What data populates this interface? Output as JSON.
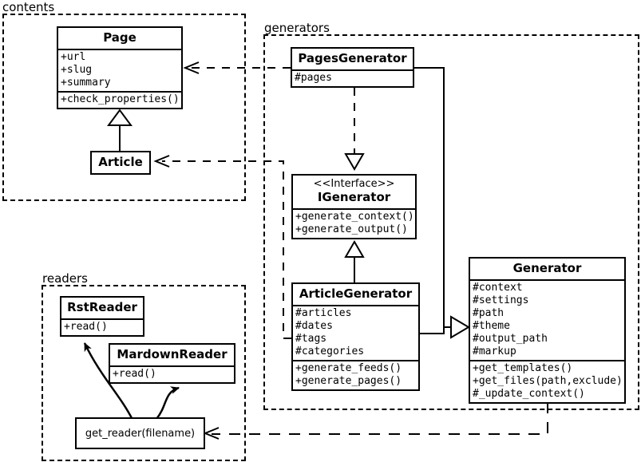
{
  "diagram": {
    "type": "uml-class-diagram",
    "packages": [
      {
        "id": "contents",
        "label": "contents"
      },
      {
        "id": "generators",
        "label": "generators"
      },
      {
        "id": "readers",
        "label": "readers"
      }
    ],
    "classes": {
      "page": {
        "name": "Page",
        "attributes": [
          "+url",
          "+slug",
          "+summary"
        ],
        "methods": [
          "+check_properties()"
        ]
      },
      "article": {
        "name": "Article",
        "attributes": [],
        "methods": []
      },
      "pages_generator": {
        "name": "PagesGenerator",
        "attributes": [
          "#pages"
        ],
        "methods": []
      },
      "igenerator": {
        "stereotype": "<<Interface>>",
        "name": "IGenerator",
        "attributes": [],
        "methods": [
          "+generate_context()",
          "+generate_output()"
        ]
      },
      "article_generator": {
        "name": "ArticleGenerator",
        "attributes": [
          "#articles",
          "#dates",
          "#tags",
          "#categories"
        ],
        "methods": [
          "+generate_feeds()",
          "+generate_pages()"
        ]
      },
      "generator": {
        "name": "Generator",
        "attributes": [
          "#context",
          "#settings",
          "#path",
          "#theme",
          "#output_path",
          "#markup"
        ],
        "methods": [
          "+get_templates()",
          "+get_files(path,exclude)",
          "#_update_context()"
        ]
      },
      "rst_reader": {
        "name": "RstReader",
        "attributes": [],
        "methods": [
          "+read()"
        ]
      },
      "mardown_reader": {
        "name": "MardownReader",
        "attributes": [],
        "methods": [
          "+read()"
        ]
      },
      "get_reader": {
        "name": "get_reader(filename)"
      }
    },
    "relationships": [
      {
        "from": "article",
        "to": "page",
        "kind": "generalization"
      },
      {
        "from": "pages_generator",
        "to": "igenerator",
        "kind": "realization"
      },
      {
        "from": "article_generator",
        "to": "igenerator",
        "kind": "generalization"
      },
      {
        "from": "pages_generator",
        "to": "generator",
        "kind": "generalization"
      },
      {
        "from": "article_generator",
        "to": "generator",
        "kind": "generalization"
      },
      {
        "from": "pages_generator",
        "to": "page",
        "kind": "dependency"
      },
      {
        "from": "article_generator",
        "to": "article",
        "kind": "dependency"
      },
      {
        "from": "generator",
        "to": "get_reader",
        "kind": "dependency"
      },
      {
        "from": "get_reader",
        "to": "rst_reader",
        "kind": "returns"
      },
      {
        "from": "get_reader",
        "to": "mardown_reader",
        "kind": "returns"
      }
    ],
    "colors": {
      "stroke": "#000000",
      "fill": "#ffffff"
    }
  }
}
